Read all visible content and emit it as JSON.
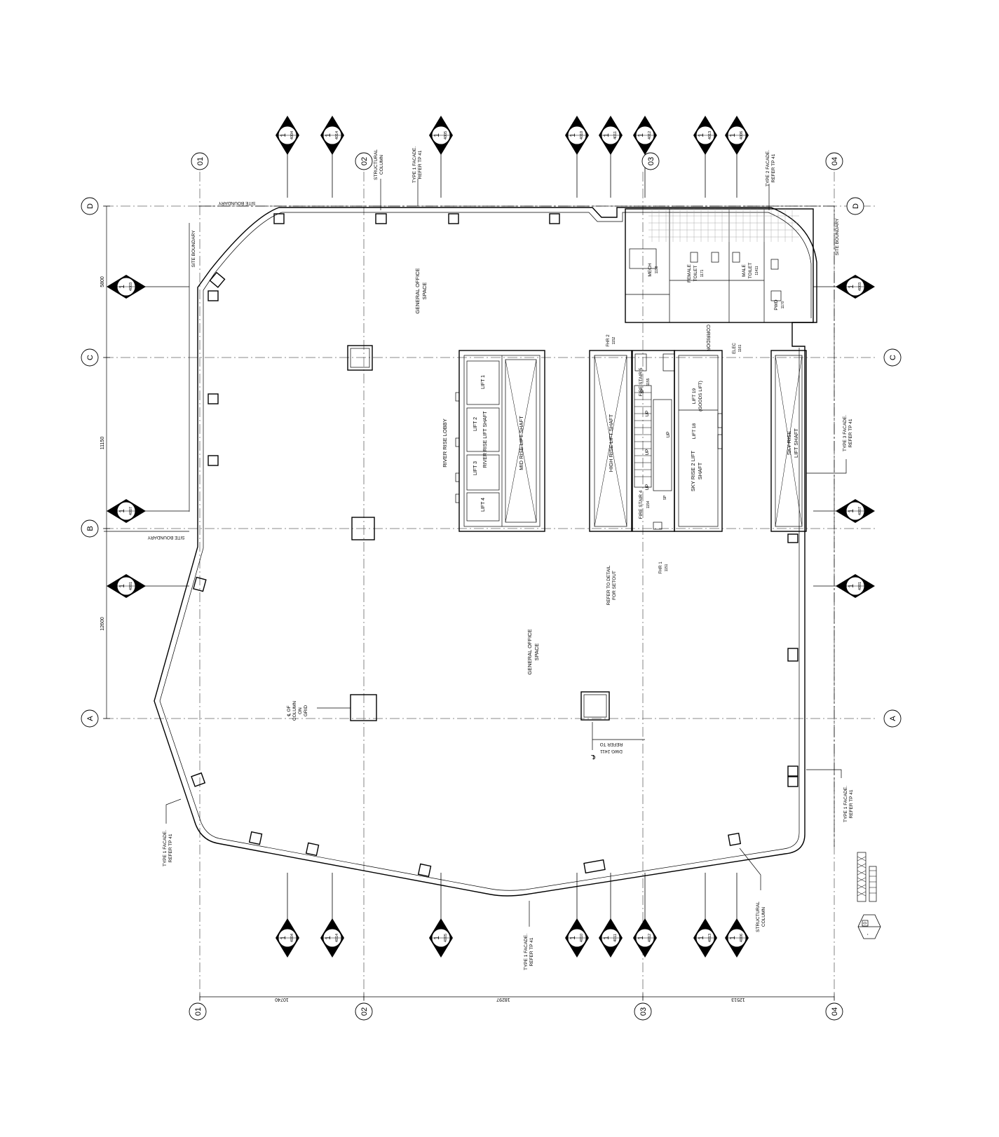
{
  "grid": {
    "columns": [
      "01",
      "02",
      "03",
      "04"
    ],
    "rows": [
      "D",
      "C",
      "B",
      "A"
    ]
  },
  "dimensions": {
    "vertical": [
      "5800",
      "11150",
      "12600"
    ],
    "horizontal": [
      "10740",
      "18297",
      "12513"
    ]
  },
  "section_markers": {
    "number": "1",
    "top": [
      "4004",
      "4014",
      "4005",
      "4010",
      "4011",
      "4012",
      "4013",
      "4006"
    ],
    "bottom": [
      "4004",
      "4014",
      "4005",
      "4010",
      "4011",
      "4012",
      "4013",
      "4006"
    ],
    "left": [
      "4003",
      "4007",
      "4001"
    ],
    "right": [
      "4003",
      "4007",
      "4001"
    ]
  },
  "rooms": {
    "office_upper": [
      "GENERAL OFFICE",
      "SPACE"
    ],
    "office_lower": [
      "GENERAL OFFICE",
      "SPACE"
    ],
    "river_rise_lobby": "RIVER RISE LOBBY",
    "lift_1": "LIFT 1",
    "lift_2": "LIFT 2",
    "lift_3": "LIFT 3",
    "lift_4": "LIFT 4",
    "river_rise_shaft": "RIVER RISE LIFT SHAFT",
    "mid_rise_shaft": "MID RISE LIFT SHAFT",
    "high_rise_shaft": "HIGH RISE LIFT SHAFT",
    "fire_stair_5": "FIRE STAIR 5",
    "fire_stair_5_no": "1155",
    "fire_stair_4": "FIRE STAIR 4",
    "fire_stair_4_no": "1154",
    "lift_19": [
      "LIFT 19",
      "(GOODS LIFT)"
    ],
    "lift_18": "LIFT 18",
    "sky_rise_2": [
      "SKY RISE 2 LIFT",
      "SHAFT"
    ],
    "sky_rise": [
      "SKY RISE",
      "LIFT SHAFT"
    ],
    "up": "UP",
    "sp": "SP",
    "mech": "MECH",
    "mech_no": "1198",
    "female_toilet": [
      "FEMALE",
      "TOILET"
    ],
    "female_no": "1171",
    "male_toilet": [
      "MALE",
      "TOILET"
    ],
    "male_no": "11411",
    "pwd": "PWD",
    "pwd_no": "1170",
    "corridor": "CORRIDOR",
    "elec": "ELEC",
    "elec_no": "1161",
    "fhr2": "FHR 2",
    "fhr2_no": "1152",
    "fhr1": "FHR 1",
    "fhr1_no": "1151"
  },
  "annotations": {
    "site_boundary_top": "SITE BOUNDARY",
    "site_boundary_left": "SITE BOUNDARY",
    "site_boundary_right": "SITE BOUNDARY",
    "site_boundary_b": "SITE BOUNDARY",
    "structural_column_top": [
      "STRUCTURAL",
      "COLUMN"
    ],
    "structural_column_bottom": [
      "STRUCTURAL",
      "COLUMN"
    ],
    "type1_top": [
      "TYPE 1 FACADE.",
      "REFER TP 41"
    ],
    "type2_top": [
      "TYPE 2 FACADE.",
      "REFER TP 41"
    ],
    "type3_right": [
      "TYPE 3 FACADE.",
      "REFER TP 41"
    ],
    "type1_right": [
      "TYPE 1 FACADE.",
      "REFER TP 41"
    ],
    "type1_left": [
      "TYPE 1 FACADE.",
      "REFER TP 41"
    ],
    "type1_bottom": [
      "TYPE 1 FACADE.",
      "REFER TP 41"
    ],
    "refer_detail": [
      "REFER TO DETAIL",
      "FOR SETOUT"
    ],
    "column_on_grid": [
      "℄ OF",
      "COLUMN",
      "ON",
      "GRID"
    ],
    "refer_dwg": [
      "REFER TO",
      "DWG 2411"
    ],
    "centerline": "℄"
  },
  "legend": {
    "hex_label": "-",
    "box_label": "0"
  }
}
